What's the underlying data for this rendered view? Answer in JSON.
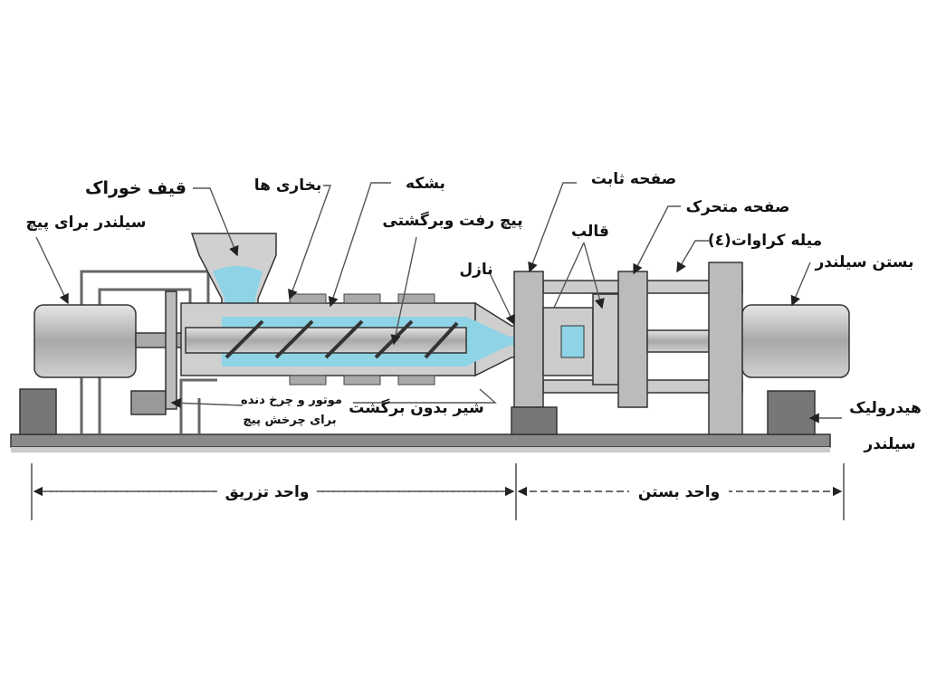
{
  "title": "Injection molding machine diagram",
  "colors": {
    "metal": "#b8b8b8",
    "dark": "#8a8a8a",
    "melt": "#8fd3e6",
    "base": "#777777"
  },
  "labels": {
    "feed_hopper": "قیف خوراک",
    "heaters": "بخاری ها",
    "barrel": "بشکه",
    "screw_cylinder": "سیلندر برای پیچ",
    "reciprocating_screw": "پیچ رفت وبرگشتی",
    "nozzle": "نازل",
    "fixed_platen": "صفحه ثابت",
    "moving_platen": "صفحه متحرک",
    "mold": "قالب",
    "tie_bars": "میله کراوات(٤)",
    "clamp_cylinder": "بستن سیلندر",
    "motor_line1": "موتور و چرخ دنده",
    "motor_line2": "برای چرخش پیچ",
    "check_valve": "شیر بدون برگشت",
    "hydraulic_line1": "هیدرولیک",
    "hydraulic_line2": "سیلندر",
    "injection_unit": "واحد تزریق",
    "clamping_unit": "واحد بستن"
  }
}
